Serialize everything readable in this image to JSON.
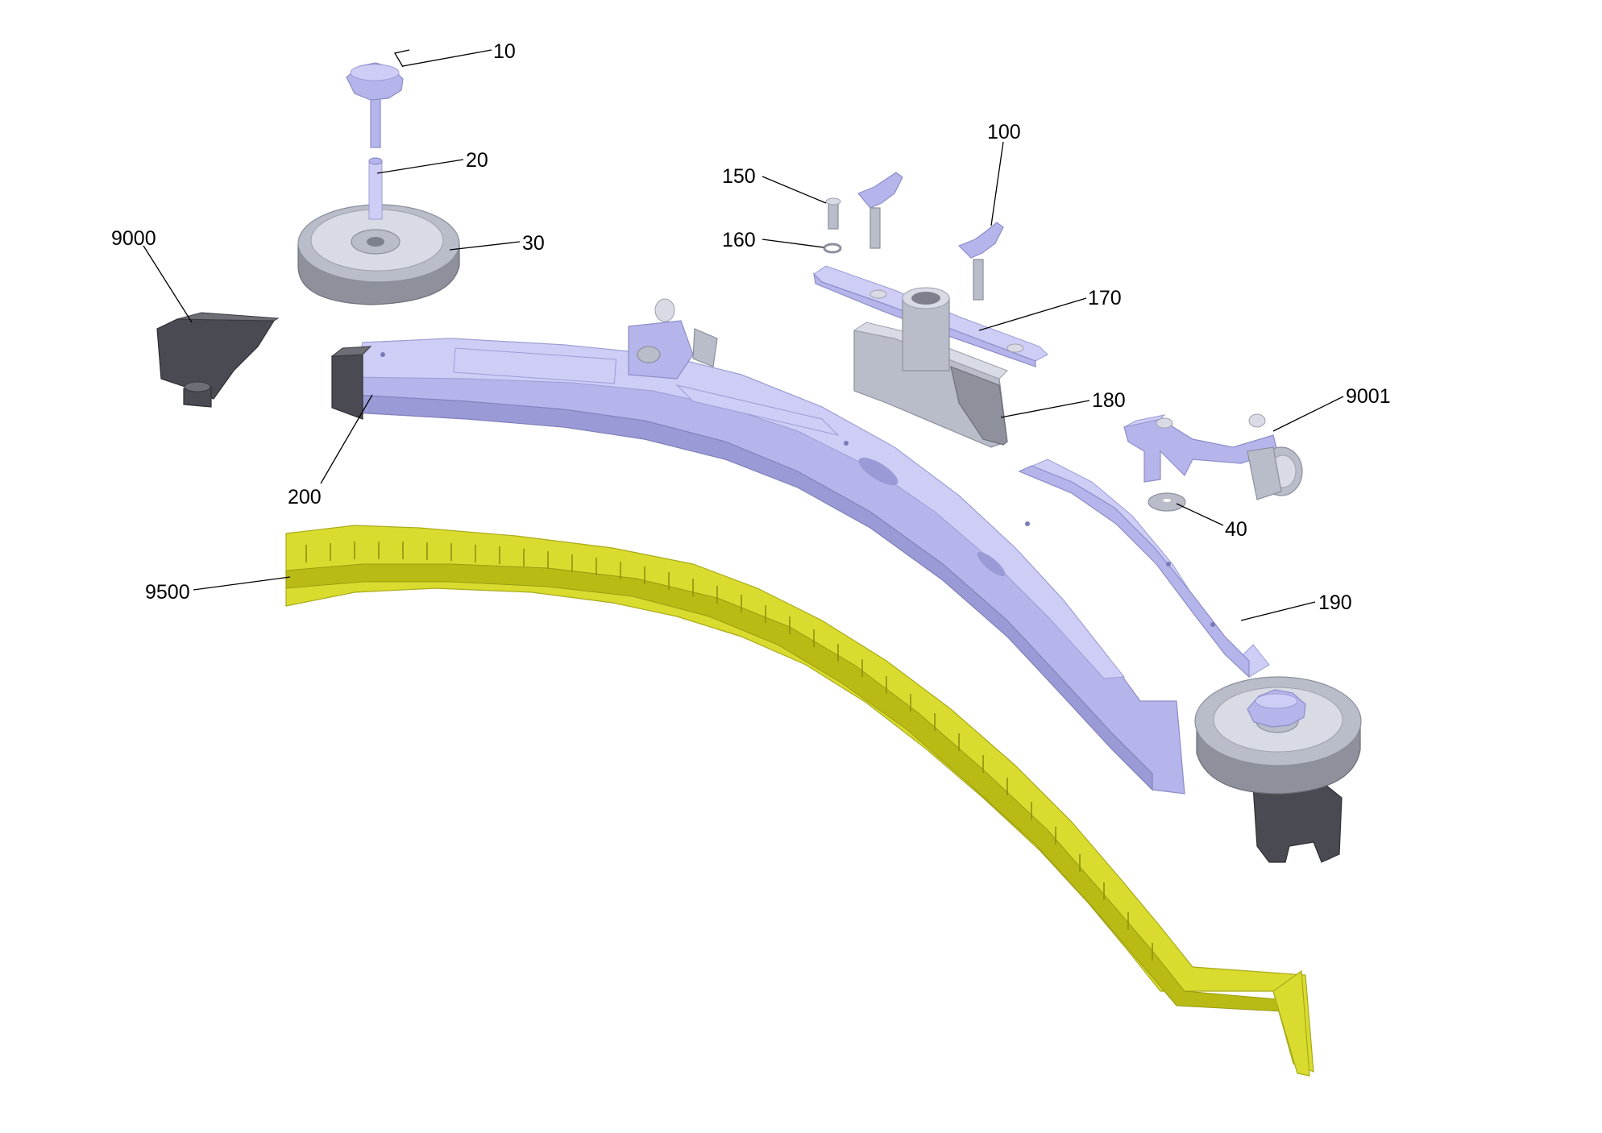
{
  "callouts": [
    {
      "id": "10",
      "label": "10"
    },
    {
      "id": "20",
      "label": "20"
    },
    {
      "id": "30",
      "label": "30"
    },
    {
      "id": "9000",
      "label": "9000"
    },
    {
      "id": "100",
      "label": "100"
    },
    {
      "id": "150",
      "label": "150"
    },
    {
      "id": "160",
      "label": "160"
    },
    {
      "id": "170",
      "label": "170"
    },
    {
      "id": "180",
      "label": "180"
    },
    {
      "id": "9001",
      "label": "9001"
    },
    {
      "id": "40",
      "label": "40"
    },
    {
      "id": "200",
      "label": "200"
    },
    {
      "id": "9500",
      "label": "9500"
    },
    {
      "id": "190",
      "label": "190"
    }
  ],
  "colors": {
    "part_lilac": "#b5b5ec",
    "part_grey": "#b9bcc9",
    "part_dark": "#4a4b52",
    "blade_yellow": "#d9dc2e",
    "leader_line": "#000000"
  }
}
